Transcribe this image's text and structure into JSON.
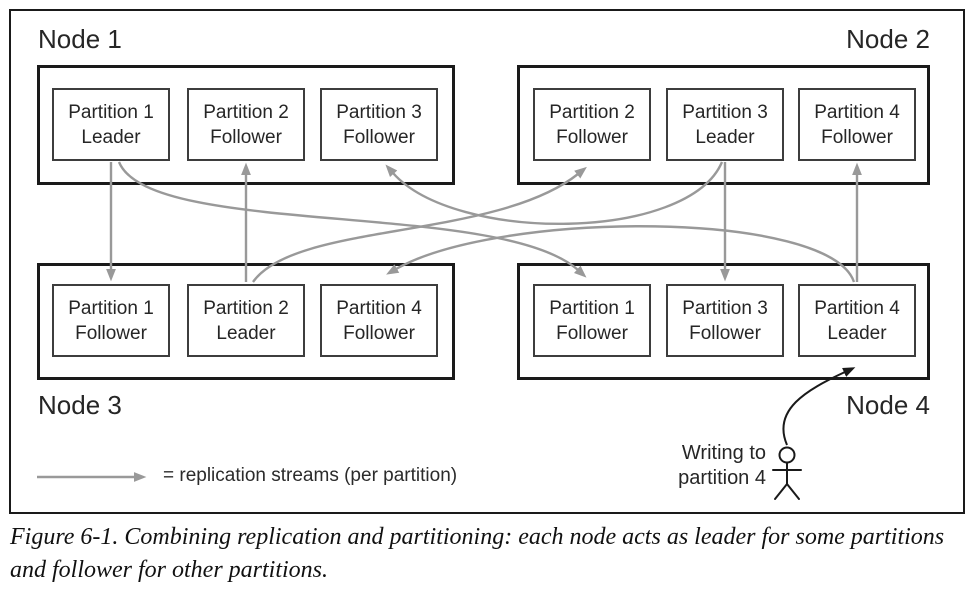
{
  "nodes": [
    {
      "label": "Node 1",
      "partitions": [
        {
          "name": "Partition 1",
          "role": "Leader"
        },
        {
          "name": "Partition 2",
          "role": "Follower"
        },
        {
          "name": "Partition 3",
          "role": "Follower"
        }
      ]
    },
    {
      "label": "Node 2",
      "partitions": [
        {
          "name": "Partition 2",
          "role": "Follower"
        },
        {
          "name": "Partition 3",
          "role": "Leader"
        },
        {
          "name": "Partition 4",
          "role": "Follower"
        }
      ]
    },
    {
      "label": "Node 3",
      "partitions": [
        {
          "name": "Partition 1",
          "role": "Follower"
        },
        {
          "name": "Partition 2",
          "role": "Leader"
        },
        {
          "name": "Partition 4",
          "role": "Follower"
        }
      ]
    },
    {
      "label": "Node 4",
      "partitions": [
        {
          "name": "Partition 1",
          "role": "Follower"
        },
        {
          "name": "Partition 3",
          "role": "Follower"
        },
        {
          "name": "Partition 4",
          "role": "Leader"
        }
      ]
    }
  ],
  "replication_streams": [
    {
      "partition": "Partition 1",
      "leader_on": "Node 1",
      "followers_on": [
        "Node 3",
        "Node 4"
      ]
    },
    {
      "partition": "Partition 2",
      "leader_on": "Node 3",
      "followers_on": [
        "Node 1",
        "Node 2"
      ]
    },
    {
      "partition": "Partition 3",
      "leader_on": "Node 2",
      "followers_on": [
        "Node 1",
        "Node 4"
      ]
    },
    {
      "partition": "Partition 4",
      "leader_on": "Node 4",
      "followers_on": [
        "Node 2",
        "Node 3"
      ]
    }
  ],
  "legend": {
    "text": "= replication streams (per partition)"
  },
  "write_annotation": {
    "line1": "Writing to",
    "line2": "partition 4"
  },
  "caption": "Figure 6-1. Combining replication and partitioning: each node acts as leader for some partitions and follower for other partitions.",
  "colors": {
    "replication_arrow": "#999999",
    "border": "#1a1a1a",
    "write_arrow": "#1a1a1a",
    "text": "#262626"
  }
}
